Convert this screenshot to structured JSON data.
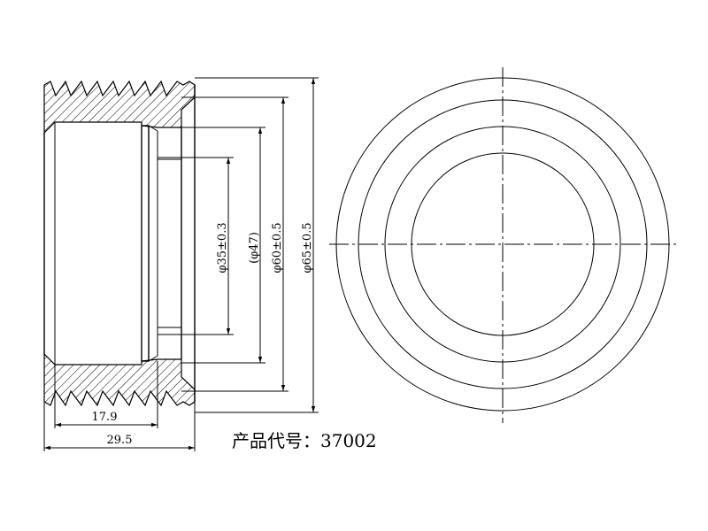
{
  "dimensions": {
    "d35": "φ35±0.3",
    "d47": "(φ47)",
    "d60": "φ60±0.5",
    "d65": "φ65±0.5",
    "w17_9": "17.9",
    "w29_5": "29.5"
  },
  "caption": {
    "label": "产品代号：",
    "code": "37002"
  }
}
